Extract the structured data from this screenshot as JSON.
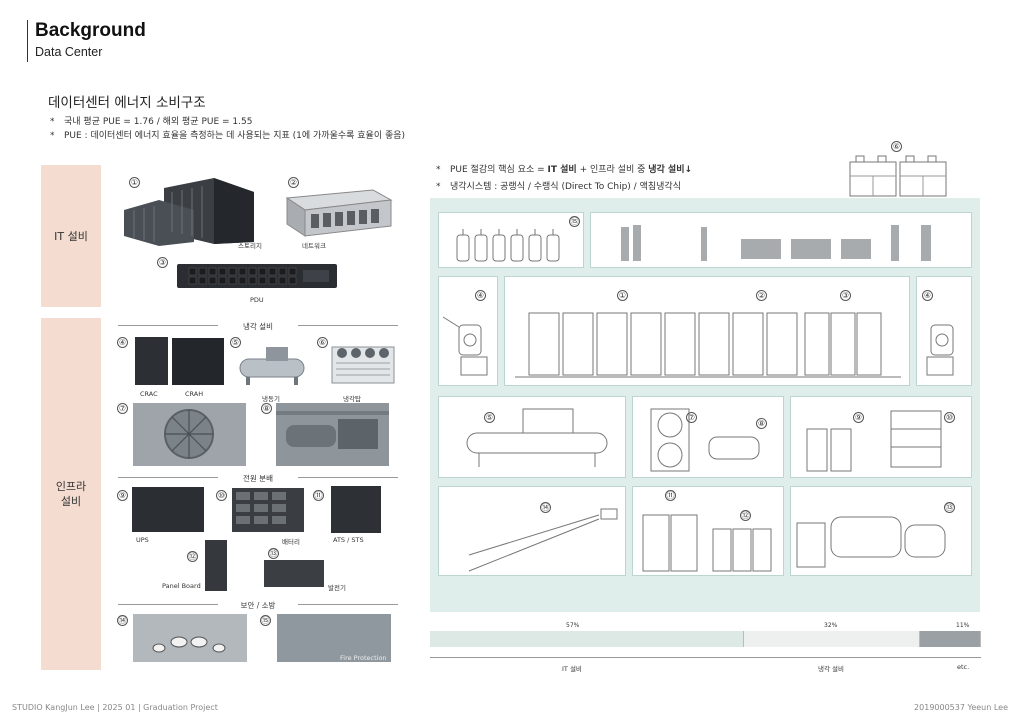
{
  "header": {
    "title": "Background",
    "subtitle": "Data Center"
  },
  "section": {
    "title": "데이터센터 에너지 소비구조",
    "bullets": [
      "국내 평균 PUE = 1.76 / 해외 평균 PUE = 1.55",
      "PUE : 데이터센터 에너지 효율을 측정하는 데 사용되는 지표 (1에 가까울수록 효율이 좋음)"
    ]
  },
  "left": {
    "it_label": "IT 설비",
    "infra_label": "인프라\n설비",
    "items": {
      "n1": "①",
      "n2": "②",
      "n3": "③",
      "n4": "④",
      "n5": "⑤",
      "n6": "⑥",
      "n7": "⑦",
      "n8": "⑧",
      "n9": "⑨",
      "n10": "⑩",
      "n11": "⑪",
      "n12": "⑫",
      "n13": "⑬",
      "n14": "⑭",
      "n15": "⑮"
    },
    "captions": {
      "storage": "스토리지",
      "network": "네트워크",
      "pdu": "PDU",
      "crac": "CRAC",
      "crah": "CRAH",
      "chiller": "냉동기",
      "tower": "냉각탑",
      "ups": "UPS",
      "battery": "배터리",
      "ats": "ATS / STS",
      "panel": "Panel Board",
      "generator": "발전기",
      "fire": "Fire Protection"
    },
    "dividers": {
      "cooling": "냉각 설비",
      "power": "전원 분배",
      "security": "보안 / 소방"
    }
  },
  "right": {
    "bullet1_pre": "PUE 절감의 핵심 요소 = ",
    "bullet1_it": "IT 설비",
    "bullet1_mid": " + 인프라 설비 중 ",
    "bullet1_cool": "냉각 설비↓",
    "bullet2": "냉각시스템 : 공랭식 / 수랭식 (Direct To Chip) / 액침냉각식"
  },
  "bar": {
    "segments": [
      {
        "label": "IT 설비",
        "pct": "57%",
        "value": 57
      },
      {
        "label": "냉각 설비",
        "pct": "32%",
        "value": 32
      },
      {
        "label": "etc.",
        "pct": "11%",
        "value": 11
      }
    ]
  },
  "footer": {
    "left": "STUDIO KangJun Lee | 2025 01 | Graduation Project",
    "right": "2019000537 Yeeun Lee"
  }
}
